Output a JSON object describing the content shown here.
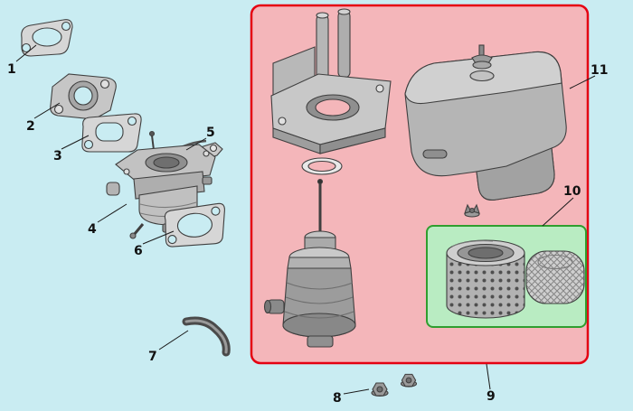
{
  "labels": {
    "part_numbers": [
      "1",
      "2",
      "3",
      "4",
      "5",
      "6",
      "7",
      "8",
      "9",
      "10",
      "11"
    ]
  },
  "colors": {
    "background": "#c9ecf2",
    "red_panel_border": "#e50012",
    "red_panel_fill": "#f4b6ba",
    "green_panel_border": "#2f9e2f",
    "green_panel_fill": "#b9ecc2",
    "part_outline": "#3f3f3f",
    "part_fill_light": "#d6d6d6",
    "part_fill_mid": "#b0b0b0",
    "part_fill_dark": "#8a8a8a",
    "label_text": "#111111",
    "leader_line": "#1a1a1a"
  }
}
